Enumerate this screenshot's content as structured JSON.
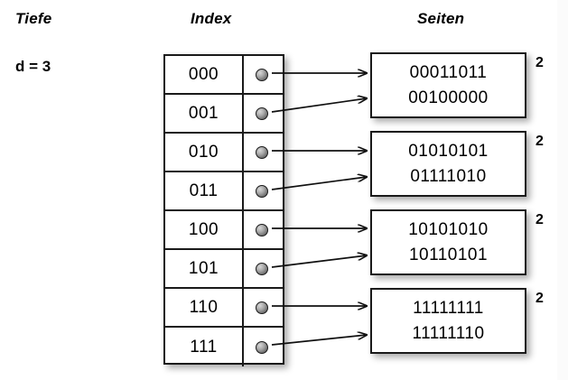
{
  "headings": {
    "depth": "Tiefe",
    "index": "Index",
    "pages": "Seiten"
  },
  "depth": {
    "label": "d = 3"
  },
  "index_table": {
    "rows": [
      {
        "key": "000",
        "pointer_icon": "pointer-dot",
        "target_page": 0
      },
      {
        "key": "001",
        "pointer_icon": "pointer-dot",
        "target_page": 0
      },
      {
        "key": "010",
        "pointer_icon": "pointer-dot",
        "target_page": 1
      },
      {
        "key": "011",
        "pointer_icon": "pointer-dot",
        "target_page": 1
      },
      {
        "key": "100",
        "pointer_icon": "pointer-dot",
        "target_page": 2
      },
      {
        "key": "101",
        "pointer_icon": "pointer-dot",
        "target_page": 2
      },
      {
        "key": "110",
        "pointer_icon": "pointer-dot",
        "target_page": 3
      },
      {
        "key": "111",
        "pointer_icon": "pointer-dot",
        "target_page": 3
      }
    ]
  },
  "pages": [
    {
      "lines": [
        "00011011",
        "00100000"
      ],
      "count": "2"
    },
    {
      "lines": [
        "01010101",
        "01111010"
      ],
      "count": "2"
    },
    {
      "lines": [
        "10101010",
        "10110101"
      ],
      "count": "2"
    },
    {
      "lines": [
        "11111111",
        "11111110"
      ],
      "count": "2"
    }
  ],
  "colors": {
    "background": "#ffffff",
    "stroke": "#1a1a1a",
    "text": "#000000",
    "dot_light": "#d8d8d8",
    "dot_dark": "#565656"
  }
}
